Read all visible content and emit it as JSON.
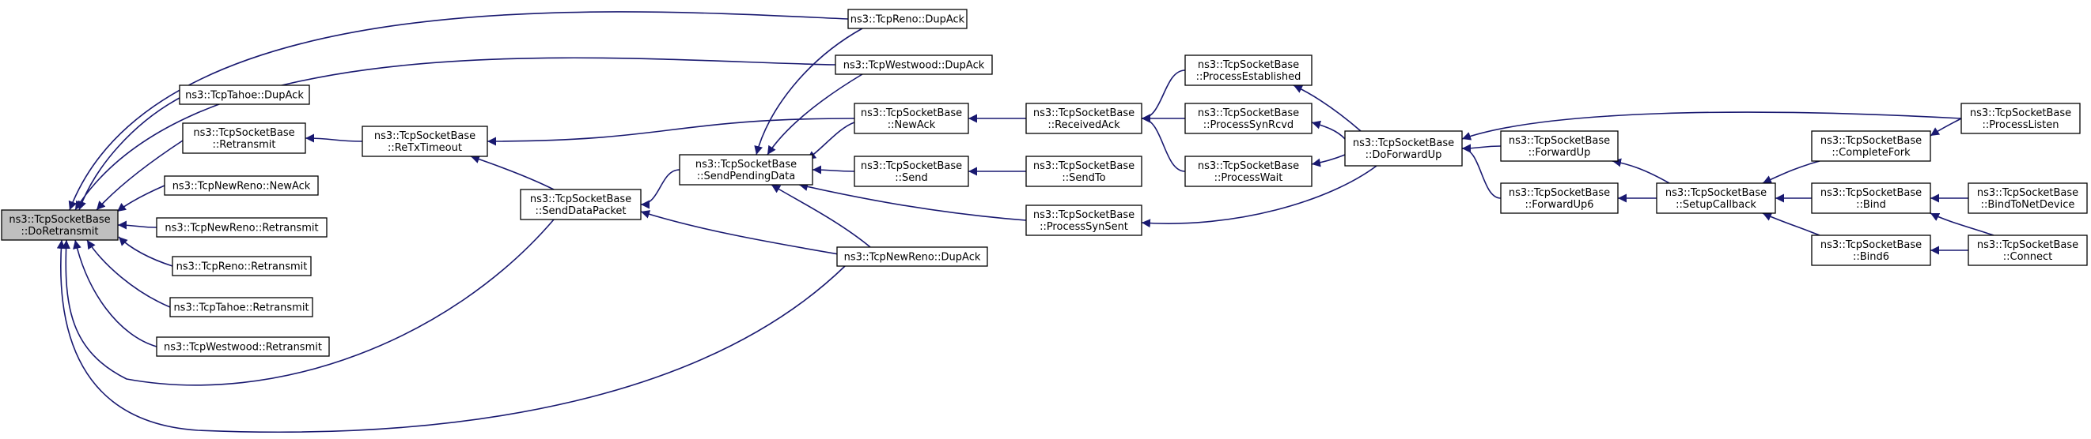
{
  "colors": {
    "edge": "#191970",
    "node_border": "#000000",
    "highlight_fill": "#bfbfbf",
    "background": "#ffffff"
  },
  "nodes": {
    "doretransmit": {
      "lines": [
        "ns3::TcpSocketBase",
        "::DoRetransmit"
      ],
      "highlight": true
    },
    "renodupack": {
      "lines": [
        "ns3::TcpReno::DupAck"
      ]
    },
    "westwooddupack": {
      "lines": [
        "ns3::TcpWestwood::DupAck"
      ]
    },
    "tahoedupack": {
      "lines": [
        "ns3::TcpTahoe::DupAck"
      ]
    },
    "retransmit": {
      "lines": [
        "ns3::TcpSocketBase",
        "::Retransmit"
      ]
    },
    "newrenonewack": {
      "lines": [
        "ns3::TcpNewReno::NewAck"
      ]
    },
    "newrenoretransmit": {
      "lines": [
        "ns3::TcpNewReno::Retransmit"
      ]
    },
    "renoretransmit": {
      "lines": [
        "ns3::TcpReno::Retransmit"
      ]
    },
    "tahoeretransmit": {
      "lines": [
        "ns3::TcpTahoe::Retransmit"
      ]
    },
    "westwoodretransmit": {
      "lines": [
        "ns3::TcpWestwood::Retransmit"
      ]
    },
    "retxtimeout": {
      "lines": [
        "ns3::TcpSocketBase",
        "::ReTxTimeout"
      ]
    },
    "senddatapacket": {
      "lines": [
        "ns3::TcpSocketBase",
        "::SendDataPacket"
      ]
    },
    "sendpendingdata": {
      "lines": [
        "ns3::TcpSocketBase",
        "::SendPendingData"
      ]
    },
    "newack": {
      "lines": [
        "ns3::TcpSocketBase",
        "::NewAck"
      ]
    },
    "send": {
      "lines": [
        "ns3::TcpSocketBase",
        "::Send"
      ]
    },
    "newrenodupack": {
      "lines": [
        "ns3::TcpNewReno::DupAck"
      ]
    },
    "receivedack": {
      "lines": [
        "ns3::TcpSocketBase",
        "::ReceivedAck"
      ]
    },
    "sendto": {
      "lines": [
        "ns3::TcpSocketBase",
        "::SendTo"
      ]
    },
    "processsynsent": {
      "lines": [
        "ns3::TcpSocketBase",
        "::ProcessSynSent"
      ]
    },
    "processestablished": {
      "lines": [
        "ns3::TcpSocketBase",
        "::ProcessEstablished"
      ]
    },
    "processsynrcvd": {
      "lines": [
        "ns3::TcpSocketBase",
        "::ProcessSynRcvd"
      ]
    },
    "processwait": {
      "lines": [
        "ns3::TcpSocketBase",
        "::ProcessWait"
      ]
    },
    "doforwardup": {
      "lines": [
        "ns3::TcpSocketBase",
        "::DoForwardUp"
      ]
    },
    "forwardup": {
      "lines": [
        "ns3::TcpSocketBase",
        "::ForwardUp"
      ]
    },
    "forwardup6": {
      "lines": [
        "ns3::TcpSocketBase",
        "::ForwardUp6"
      ]
    },
    "setupcallback": {
      "lines": [
        "ns3::TcpSocketBase",
        "::SetupCallback"
      ]
    },
    "completefork": {
      "lines": [
        "ns3::TcpSocketBase",
        "::CompleteFork"
      ]
    },
    "bind": {
      "lines": [
        "ns3::TcpSocketBase",
        "::Bind"
      ]
    },
    "bind6": {
      "lines": [
        "ns3::TcpSocketBase",
        "::Bind6"
      ]
    },
    "processlisten": {
      "lines": [
        "ns3::TcpSocketBase",
        "::ProcessListen"
      ]
    },
    "bindtonetdevice": {
      "lines": [
        "ns3::TcpSocketBase",
        "::BindToNetDevice"
      ]
    },
    "connect": {
      "lines": [
        "ns3::TcpSocketBase",
        "::Connect"
      ]
    }
  },
  "edges": [
    [
      "renodupack",
      "doretransmit"
    ],
    [
      "westwooddupack",
      "doretransmit"
    ],
    [
      "tahoedupack",
      "doretransmit"
    ],
    [
      "retransmit",
      "doretransmit"
    ],
    [
      "newrenonewack",
      "doretransmit"
    ],
    [
      "newrenoretransmit",
      "doretransmit"
    ],
    [
      "renoretransmit",
      "doretransmit"
    ],
    [
      "tahoeretransmit",
      "doretransmit"
    ],
    [
      "westwoodretransmit",
      "doretransmit"
    ],
    [
      "senddatapacket",
      "doretransmit"
    ],
    [
      "newrenodupack",
      "doretransmit"
    ],
    [
      "retxtimeout",
      "retransmit"
    ],
    [
      "senddatapacket",
      "retxtimeout"
    ],
    [
      "newack",
      "retxtimeout"
    ],
    [
      "sendpendingdata",
      "senddatapacket"
    ],
    [
      "newrenodupack",
      "senddatapacket"
    ],
    [
      "renodupack",
      "sendpendingdata"
    ],
    [
      "westwooddupack",
      "sendpendingdata"
    ],
    [
      "newack",
      "sendpendingdata"
    ],
    [
      "send",
      "sendpendingdata"
    ],
    [
      "newrenodupack",
      "sendpendingdata"
    ],
    [
      "processsynsent",
      "sendpendingdata"
    ],
    [
      "receivedack",
      "newack"
    ],
    [
      "sendto",
      "send"
    ],
    [
      "processestablished",
      "receivedack"
    ],
    [
      "processsynrcvd",
      "receivedack"
    ],
    [
      "processwait",
      "receivedack"
    ],
    [
      "doforwardup",
      "processestablished"
    ],
    [
      "doforwardup",
      "processsynrcvd"
    ],
    [
      "doforwardup",
      "processwait"
    ],
    [
      "doforwardup",
      "processsynsent"
    ],
    [
      "forwardup",
      "doforwardup"
    ],
    [
      "forwardup6",
      "doforwardup"
    ],
    [
      "processlisten",
      "doforwardup"
    ],
    [
      "setupcallback",
      "forwardup"
    ],
    [
      "setupcallback",
      "forwardup6"
    ],
    [
      "completefork",
      "setupcallback"
    ],
    [
      "bind",
      "setupcallback"
    ],
    [
      "bind6",
      "setupcallback"
    ],
    [
      "processlisten",
      "completefork"
    ],
    [
      "bindtonetdevice",
      "bind"
    ],
    [
      "connect",
      "bind"
    ],
    [
      "connect",
      "bind6"
    ]
  ]
}
